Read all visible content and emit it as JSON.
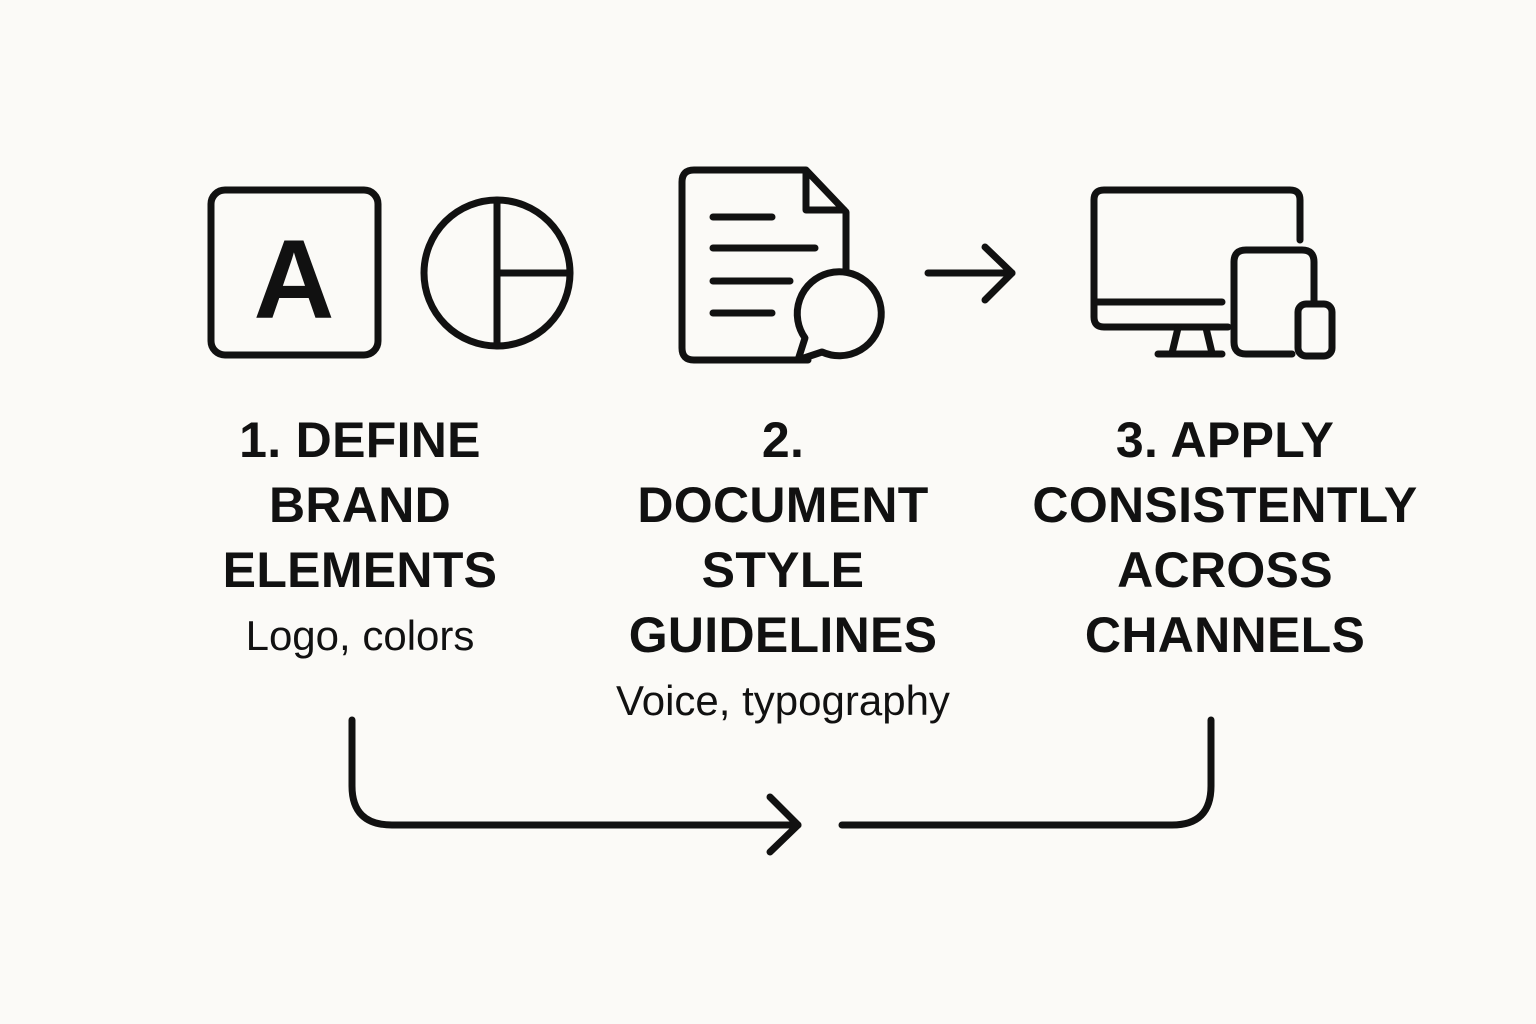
{
  "colors": {
    "background": "#fbfaf7",
    "ink": "#111111"
  },
  "steps": [
    {
      "title_lines": [
        "1. DEFINE",
        "BRAND",
        "ELEMENTS"
      ],
      "subtitle": "Logo, colors",
      "icons": [
        "letter-a-icon",
        "pie-chart-icon"
      ],
      "icon_letter": "A"
    },
    {
      "title_lines": [
        "2.",
        "DOCUMENT",
        "STYLE",
        "GUIDELINES"
      ],
      "subtitle": "Voice, typography",
      "icons": [
        "document-icon",
        "speech-bubble-icon"
      ]
    },
    {
      "title_lines": [
        "3. APPLY",
        "CONSISTENTLY",
        "ACROSS",
        "CHANNELS"
      ],
      "subtitle": "",
      "icons": [
        "monitor-icon",
        "tablet-icon",
        "phone-icon"
      ]
    }
  ],
  "connectors": [
    "arrow-right-icon",
    "flow-loop-arrow"
  ]
}
